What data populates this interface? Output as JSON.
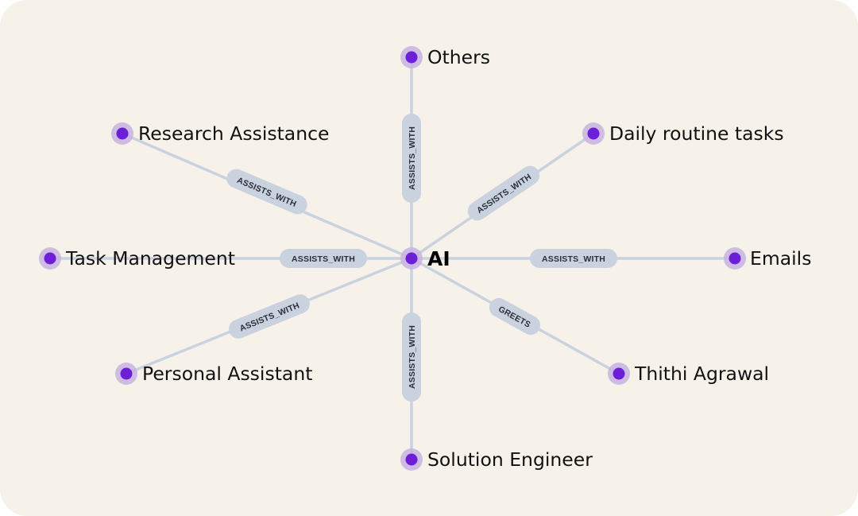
{
  "graph": {
    "center": {
      "label": "AI"
    },
    "nodes": [
      {
        "id": "others",
        "label": "Others",
        "edge_label": "ASSISTS_WITH"
      },
      {
        "id": "daily-routine-tasks",
        "label": "Daily routine tasks",
        "edge_label": "ASSISTS_WITH"
      },
      {
        "id": "emails",
        "label": "Emails",
        "edge_label": "ASSISTS_WITH"
      },
      {
        "id": "thithi-agrawal",
        "label": "Thithi Agrawal",
        "edge_label": "GREETS"
      },
      {
        "id": "solution-engineer",
        "label": "Solution Engineer",
        "edge_label": "ASSISTS_WITH"
      },
      {
        "id": "personal-assistant",
        "label": "Personal Assistant",
        "edge_label": "ASSISTS_WITH"
      },
      {
        "id": "task-management",
        "label": "Task Management",
        "edge_label": "ASSISTS_WITH"
      },
      {
        "id": "research-assistance",
        "label": "Research Assistance",
        "edge_label": "ASSISTS_WITH"
      }
    ]
  },
  "colors": {
    "background": "#f6f2ea",
    "edge": "#c9d2de",
    "node_dot": "#6d1fd8",
    "node_halo": "#c8b3e0"
  }
}
